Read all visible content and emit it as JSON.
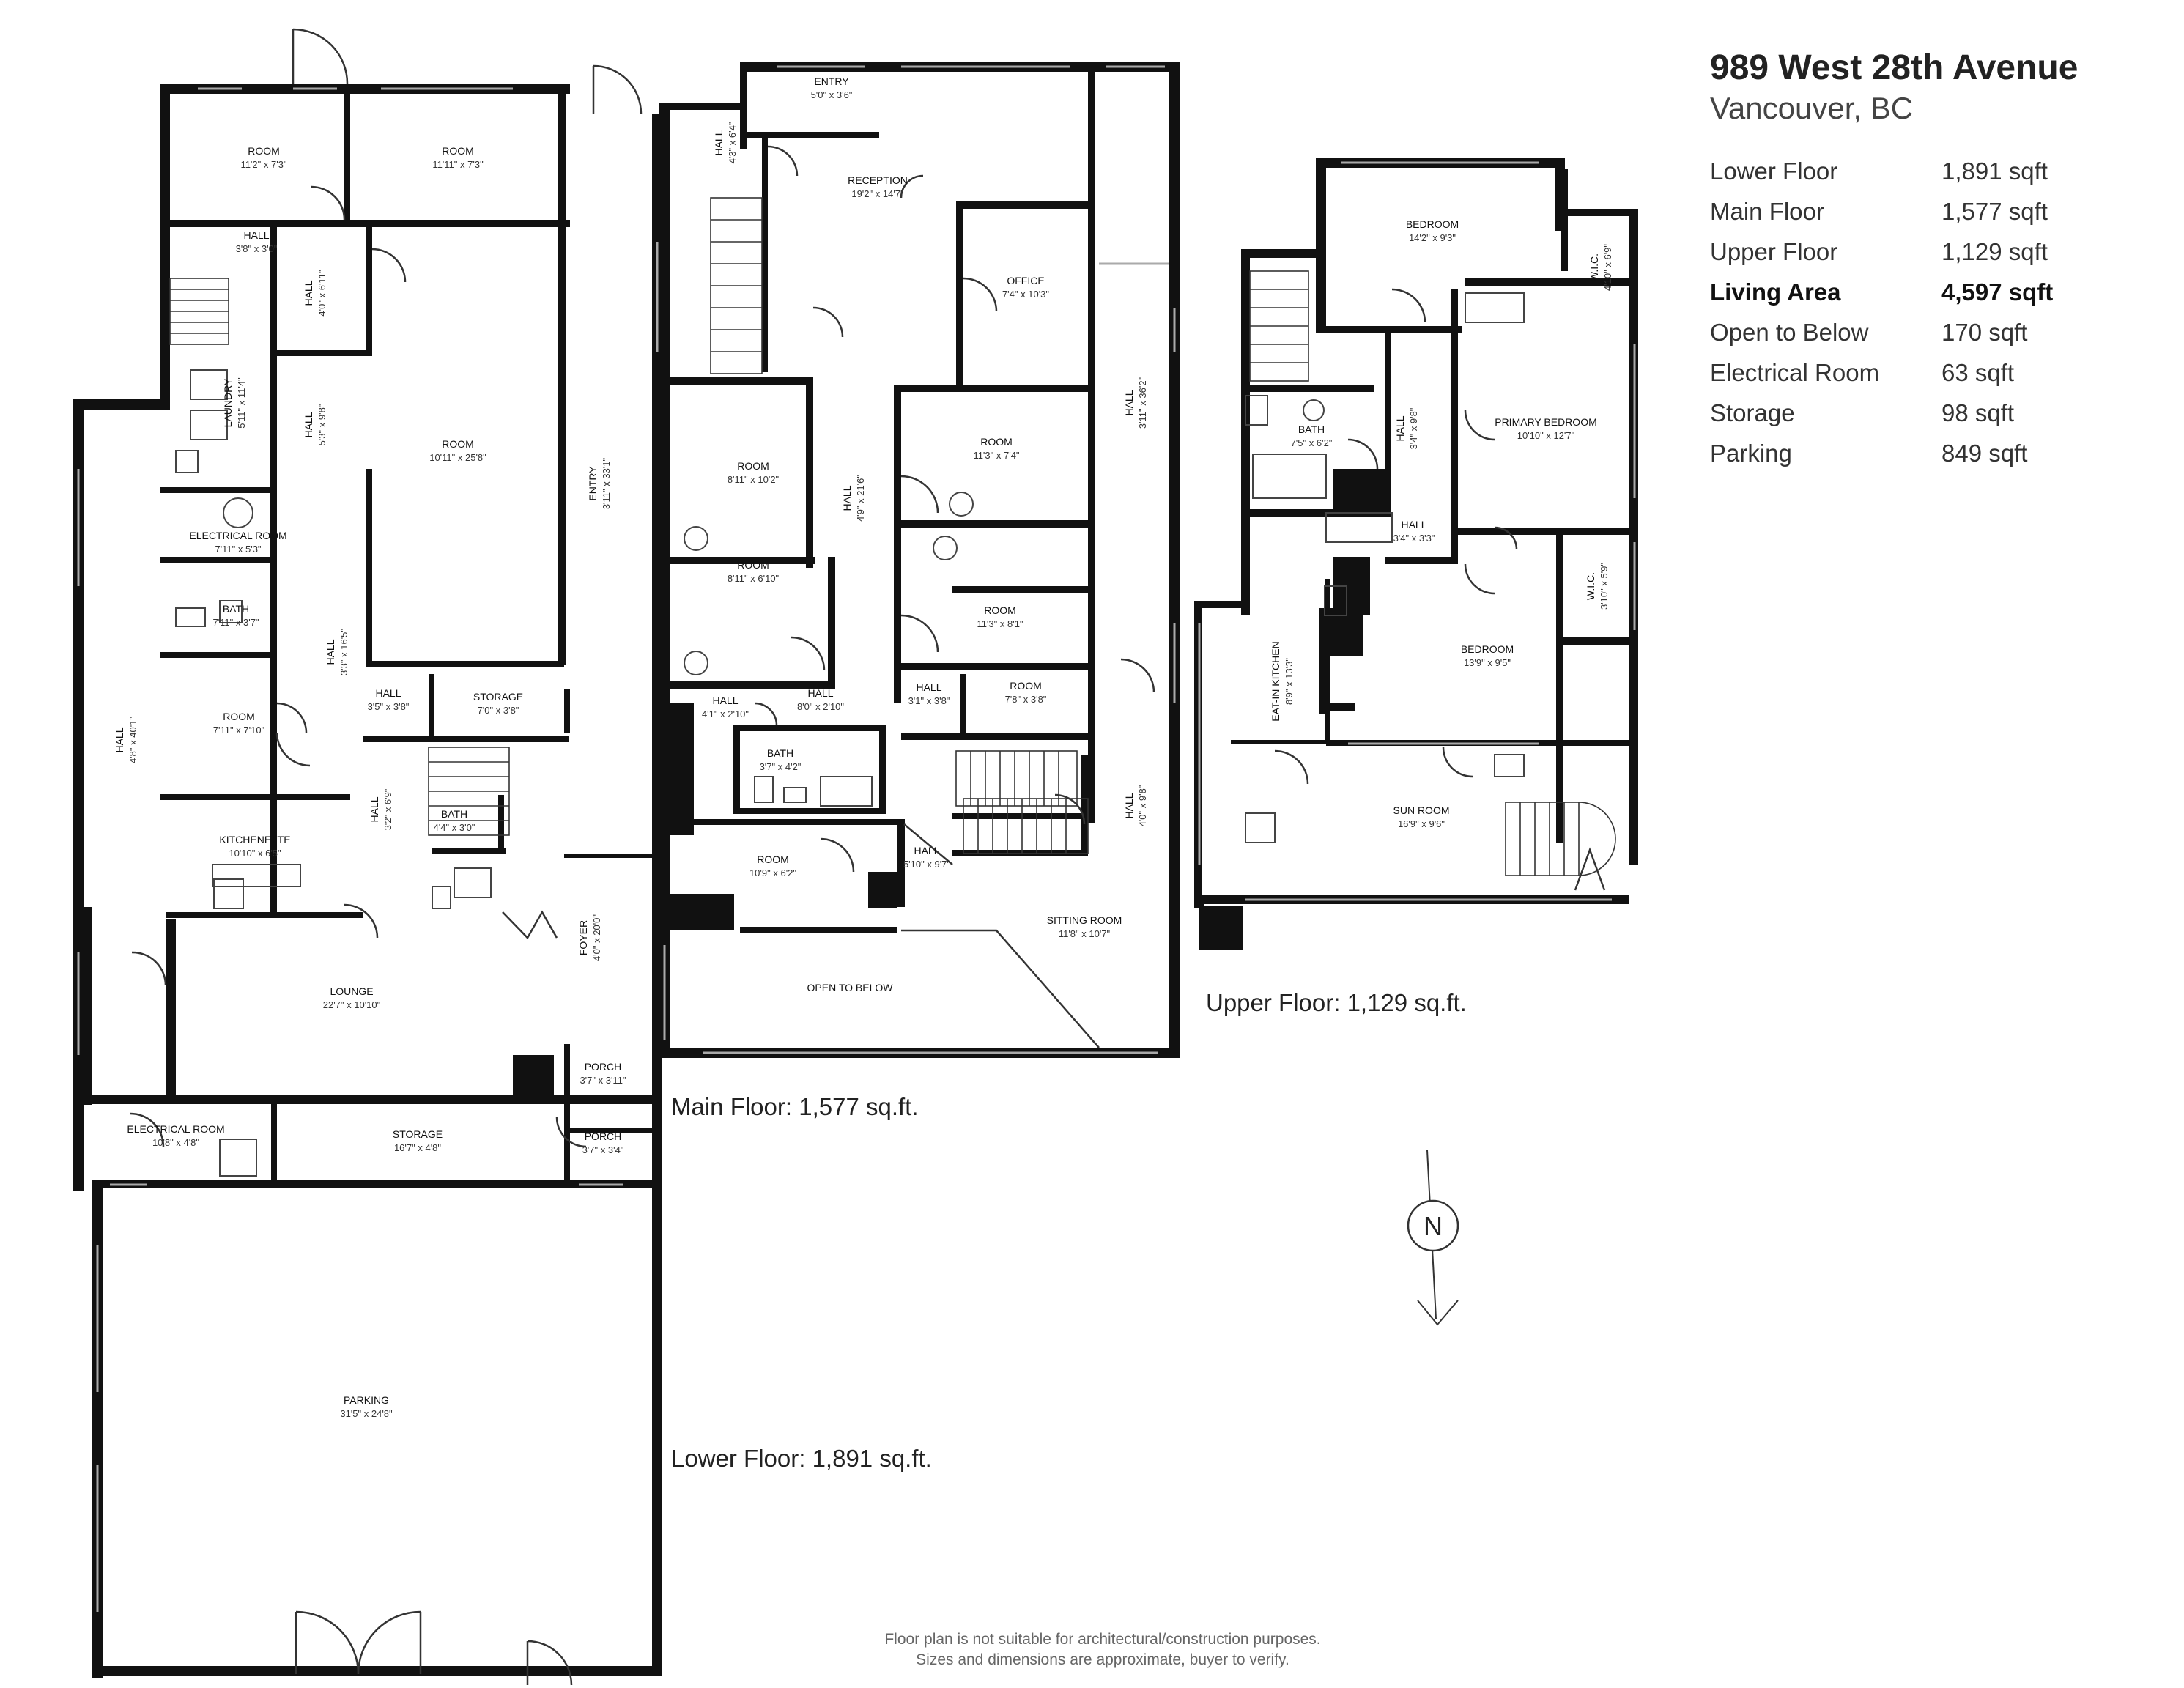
{
  "header": {
    "address_line1": "989 West 28th Avenue",
    "address_line2": "Vancouver, BC"
  },
  "summary": [
    {
      "label": "Lower Floor",
      "value": "1,891 sqft",
      "bold": false
    },
    {
      "label": "Main Floor",
      "value": "1,577 sqft",
      "bold": false
    },
    {
      "label": "Upper Floor",
      "value": "1,129 sqft",
      "bold": false
    },
    {
      "label": "Living Area",
      "value": "4,597 sqft",
      "bold": true
    },
    {
      "label": "Open to Below",
      "value": "170 sqft",
      "bold": false
    },
    {
      "label": "Electrical Room",
      "value": "63 sqft",
      "bold": false
    },
    {
      "label": "Storage",
      "value": "98 sqft",
      "bold": false
    },
    {
      "label": "Parking",
      "value": "849 sqft",
      "bold": false
    }
  ],
  "floors": {
    "lower": {
      "label": "Lower Floor: 1,891 sq.ft.",
      "rooms": [
        {
          "id": "lf-room-1",
          "name": "ROOM",
          "dim": "11'2\" x 7'3\""
        },
        {
          "id": "lf-room-2",
          "name": "ROOM",
          "dim": "11'11\" x 7'3\""
        },
        {
          "id": "lf-hall-1",
          "name": "HALL",
          "dim": "3'8\" x 3'0\""
        },
        {
          "id": "lf-hall-2",
          "name": "HALL",
          "dim": "4'0\" x 6'11\""
        },
        {
          "id": "lf-laundry",
          "name": "LAUNDRY",
          "dim": "5'11\" x 11'4\""
        },
        {
          "id": "lf-hall-3",
          "name": "HALL",
          "dim": "5'3\" x 9'8\""
        },
        {
          "id": "lf-room-3",
          "name": "ROOM",
          "dim": "10'11\" x 25'8\""
        },
        {
          "id": "lf-entry",
          "name": "ENTRY",
          "dim": "3'11\" x 33'1\""
        },
        {
          "id": "lf-electrical-1",
          "name": "ELECTRICAL ROOM",
          "dim": "7'11\" x 5'3\""
        },
        {
          "id": "lf-bath-1",
          "name": "BATH",
          "dim": "7'11\" x 3'7\""
        },
        {
          "id": "lf-hall-4",
          "name": "HALL",
          "dim": "3'3\" x 16'5\""
        },
        {
          "id": "lf-hall-5",
          "name": "HALL",
          "dim": "3'5\" x 3'8\""
        },
        {
          "id": "lf-storage-1",
          "name": "STORAGE",
          "dim": "7'0\" x 3'8\""
        },
        {
          "id": "lf-hall-6",
          "name": "HALL",
          "dim": "4'8\" x 40'1\""
        },
        {
          "id": "lf-room-4",
          "name": "ROOM",
          "dim": "7'11\" x 7'10\""
        },
        {
          "id": "lf-hall-7",
          "name": "HALL",
          "dim": "3'2\" x 6'9\""
        },
        {
          "id": "lf-bath-2",
          "name": "BATH",
          "dim": "4'4\" x 3'0\""
        },
        {
          "id": "lf-kitchenette",
          "name": "KITCHENETTE",
          "dim": "10'10\" x 6'5\""
        },
        {
          "id": "lf-foyer",
          "name": "FOYER",
          "dim": "4'0\" x 20'0\""
        },
        {
          "id": "lf-lounge",
          "name": "LOUNGE",
          "dim": "22'7\" x 10'10\""
        },
        {
          "id": "lf-porch-1",
          "name": "PORCH",
          "dim": "3'7\" x 3'11\""
        },
        {
          "id": "lf-porch-2",
          "name": "PORCH",
          "dim": "3'7\" x 3'4\""
        },
        {
          "id": "lf-electrical-2",
          "name": "ELECTRICAL ROOM",
          "dim": "10'8\" x 4'8\""
        },
        {
          "id": "lf-storage-2",
          "name": "STORAGE",
          "dim": "16'7\" x 4'8\""
        },
        {
          "id": "lf-parking",
          "name": "PARKING",
          "dim": "31'5\" x 24'8\""
        }
      ]
    },
    "main": {
      "label": "Main Floor: 1,577 sq.ft.",
      "rooms": [
        {
          "id": "mf-entry",
          "name": "ENTRY",
          "dim": "5'0\" x 3'6\""
        },
        {
          "id": "mf-hall-1",
          "name": "HALL",
          "dim": "4'3\" x 6'4\""
        },
        {
          "id": "mf-reception",
          "name": "RECEPTION",
          "dim": "19'2\" x 14'7\""
        },
        {
          "id": "mf-office",
          "name": "OFFICE",
          "dim": "7'4\" x 10'3\""
        },
        {
          "id": "mf-hall-2",
          "name": "HALL",
          "dim": "3'11\" x 36'2\""
        },
        {
          "id": "mf-room-1",
          "name": "ROOM",
          "dim": "8'11\" x 10'2\""
        },
        {
          "id": "mf-room-2",
          "name": "ROOM",
          "dim": "11'3\" x 7'4\""
        },
        {
          "id": "mf-hall-3",
          "name": "HALL",
          "dim": "4'9\" x 21'6\""
        },
        {
          "id": "mf-room-3",
          "name": "ROOM",
          "dim": "8'11\" x 6'10\""
        },
        {
          "id": "mf-room-4",
          "name": "ROOM",
          "dim": "11'3\" x 8'1\""
        },
        {
          "id": "mf-hall-4",
          "name": "HALL",
          "dim": "4'1\" x 2'10\""
        },
        {
          "id": "mf-hall-5",
          "name": "HALL",
          "dim": "8'0\" x 2'10\""
        },
        {
          "id": "mf-hall-6",
          "name": "HALL",
          "dim": "3'1\" x 3'8\""
        },
        {
          "id": "mf-room-5",
          "name": "ROOM",
          "dim": "7'8\" x 3'8\""
        },
        {
          "id": "mf-bath",
          "name": "BATH",
          "dim": "3'7\" x 4'2\""
        },
        {
          "id": "mf-hall-7",
          "name": "HALL",
          "dim": "4'0\" x 9'8\""
        },
        {
          "id": "mf-room-6",
          "name": "ROOM",
          "dim": "10'9\" x 6'2\""
        },
        {
          "id": "mf-hall-8",
          "name": "HALL",
          "dim": "5'10\" x 9'7\""
        },
        {
          "id": "mf-sitting",
          "name": "SITTING ROOM",
          "dim": "11'8\" x 10'7\""
        },
        {
          "id": "mf-open",
          "name": "OPEN TO BELOW",
          "dim": ""
        }
      ]
    },
    "upper": {
      "label": "Upper Floor: 1,129 sq.ft.",
      "rooms": [
        {
          "id": "uf-bedroom-1",
          "name": "BEDROOM",
          "dim": "14'2\" x 9'3\""
        },
        {
          "id": "uf-wic-1",
          "name": "W.I.C.",
          "dim": "4'10\" x 6'9\""
        },
        {
          "id": "uf-bath",
          "name": "BATH",
          "dim": "7'5\" x 6'2\""
        },
        {
          "id": "uf-hall-1",
          "name": "HALL",
          "dim": "3'4\" x 9'8\""
        },
        {
          "id": "uf-primary",
          "name": "PRIMARY BEDROOM",
          "dim": "10'10\" x 12'7\""
        },
        {
          "id": "uf-hall-2",
          "name": "HALL",
          "dim": "3'4\" x 3'3\""
        },
        {
          "id": "uf-wic-2",
          "name": "W.I.C.",
          "dim": "3'10\" x 5'9\""
        },
        {
          "id": "uf-kitchen",
          "name": "EAT-IN KITCHEN",
          "dim": "8'9\" x 13'3\""
        },
        {
          "id": "uf-bedroom-2",
          "name": "BEDROOM",
          "dim": "13'9\" x 9'5\""
        },
        {
          "id": "uf-sunroom",
          "name": "SUN ROOM",
          "dim": "16'9\" x 9'6\""
        }
      ]
    }
  },
  "compass": {
    "letter": "N"
  },
  "disclaimer": {
    "line1": "Floor plan is not suitable for architectural/construction purposes.",
    "line2": "Sizes and dimensions are approximate, buyer to verify."
  }
}
